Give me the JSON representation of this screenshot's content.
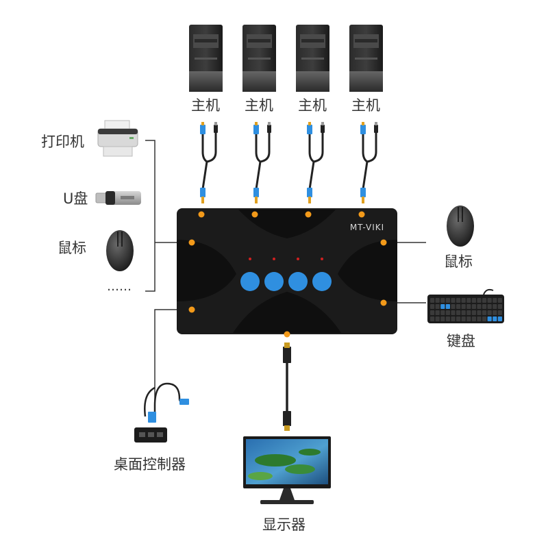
{
  "hosts": [
    {
      "label": "主机"
    },
    {
      "label": "主机"
    },
    {
      "label": "主机"
    },
    {
      "label": "主机"
    }
  ],
  "left_devices": {
    "printer": "打印机",
    "usb_drive": "U盘",
    "mouse": "鼠标",
    "more": "……"
  },
  "right_devices": {
    "mouse": "鼠标",
    "keyboard": "键盘"
  },
  "switch": {
    "brand": "MT-VIKI",
    "button_count": 4
  },
  "desktop_controller": "桌面控制器",
  "monitor": "显示器",
  "colors": {
    "connector_orange": "#f39a1a",
    "button_blue": "#2f8fe0",
    "switch_body": "#1b1b1b",
    "line": "#333333"
  },
  "icons": [
    "printer-icon",
    "usb-drive-icon",
    "mouse-icon",
    "keyboard-icon",
    "monitor-icon",
    "desktop-controller-icon",
    "pc-tower-icon",
    "kvm-cable-icon",
    "hdmi-cable-icon"
  ]
}
